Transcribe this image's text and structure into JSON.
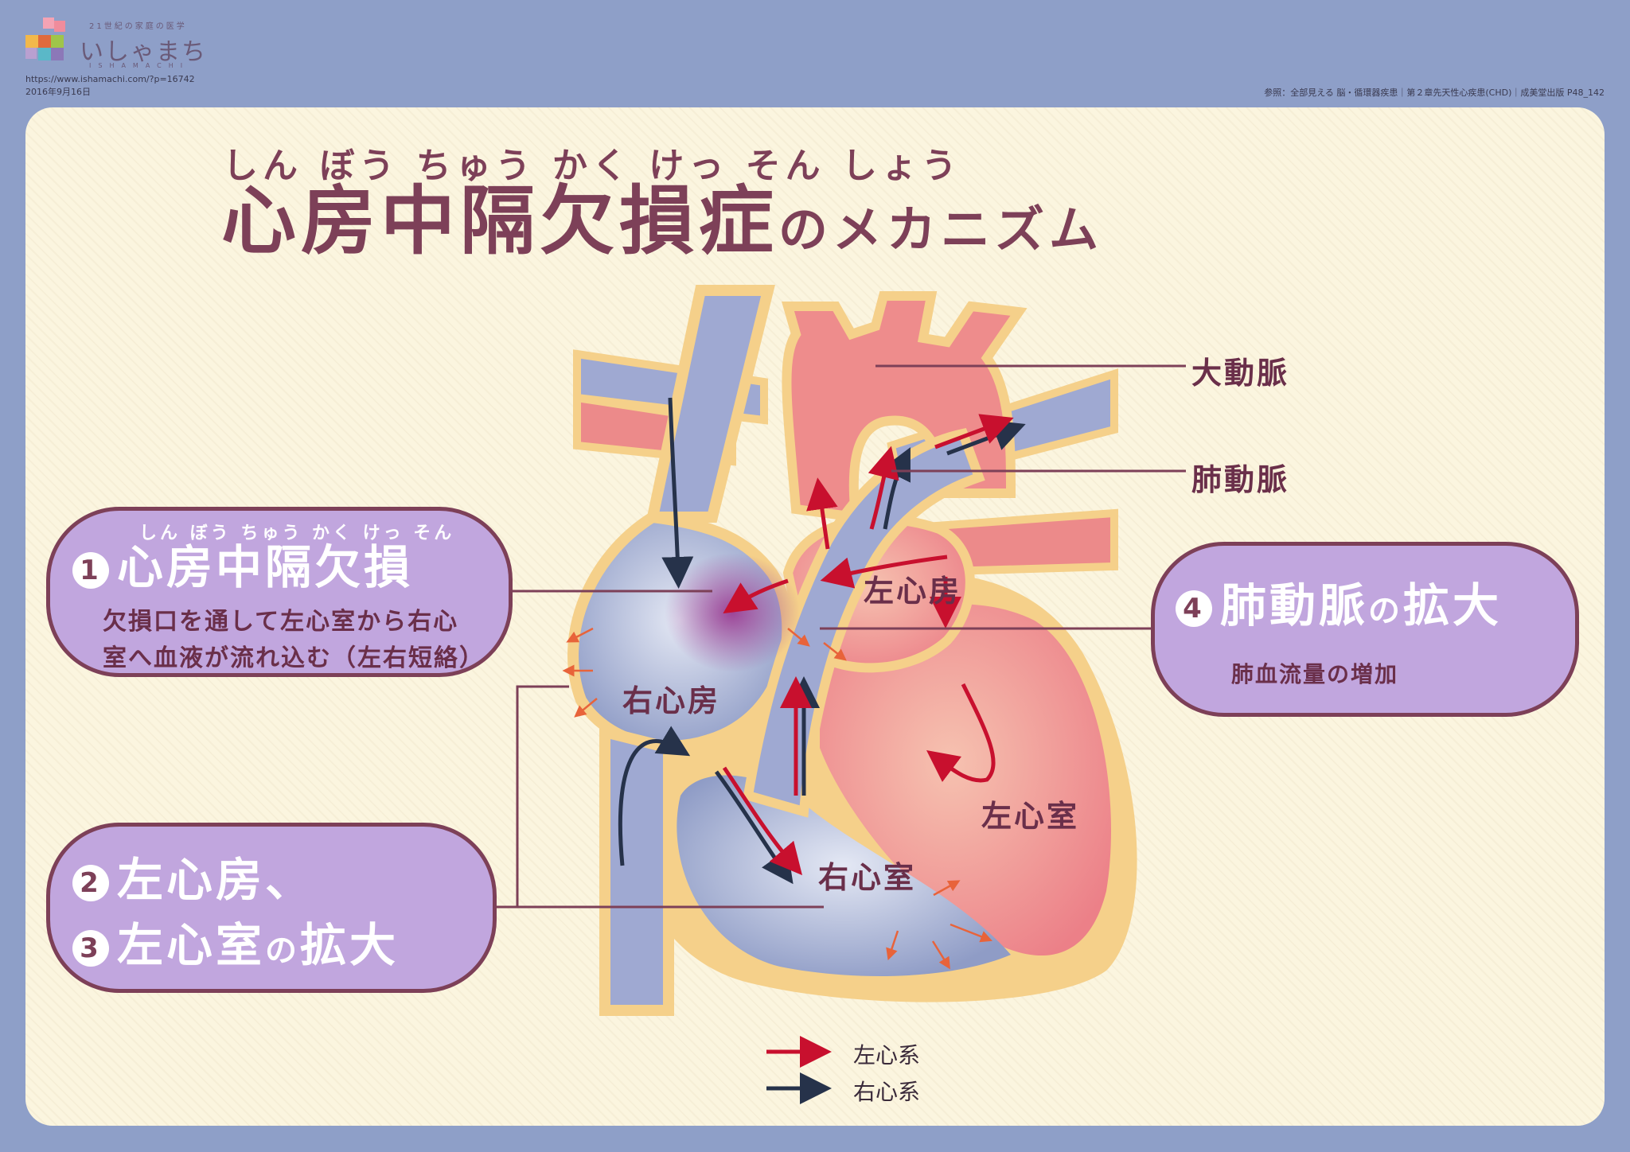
{
  "header": {
    "logo_tagline": "21世紀の家庭の医学",
    "logo_name": "いしゃまち",
    "logo_roman": "ISHAMACHI",
    "url": "https://www.ishamachi.com/?p=16742",
    "date": "2016年9月16日",
    "reference": "参照：全部見える 脳・循環器疾患｜第２章先天性心疾患(CHD)｜成美堂出版 P48_142"
  },
  "title": {
    "ruby": "しん ぼう ちゅう かく けっ そん しょう",
    "main": "心房中隔欠損症",
    "suffix": "のメカニズム"
  },
  "callouts": {
    "c1": {
      "number": "1",
      "ruby": "しん ぼう ちゅう かく けっ そん",
      "head": "心房中隔欠損",
      "line1": "欠損口を通して左心室から右心",
      "line2": "室へ血液が流れ込む（左右短絡）"
    },
    "c23": {
      "number2": "2",
      "line1": "左心房、",
      "number3": "3",
      "line2_main": "左心室",
      "line2_particle": "の",
      "line2_end": "拡大"
    },
    "c4": {
      "number": "4",
      "head_main": "肺動脈",
      "head_particle": "の",
      "head_end": "拡大",
      "sub": "肺血流量の増加"
    }
  },
  "labels": {
    "aorta": "大動脈",
    "pulmonary_artery": "肺動脈",
    "left_atrium": "左心房",
    "right_atrium": "右心房",
    "left_ventricle": "左心室",
    "right_ventricle": "右心室"
  },
  "legend": {
    "left_system": "左心系",
    "right_system": "右心系"
  },
  "colors": {
    "background": "#8e9fc8",
    "panel": "#fbf5df",
    "title": "#7d4058",
    "callout_fill": "#c1a6de",
    "left_system_arrow": "#c8102e",
    "right_system_arrow": "#26324a"
  }
}
